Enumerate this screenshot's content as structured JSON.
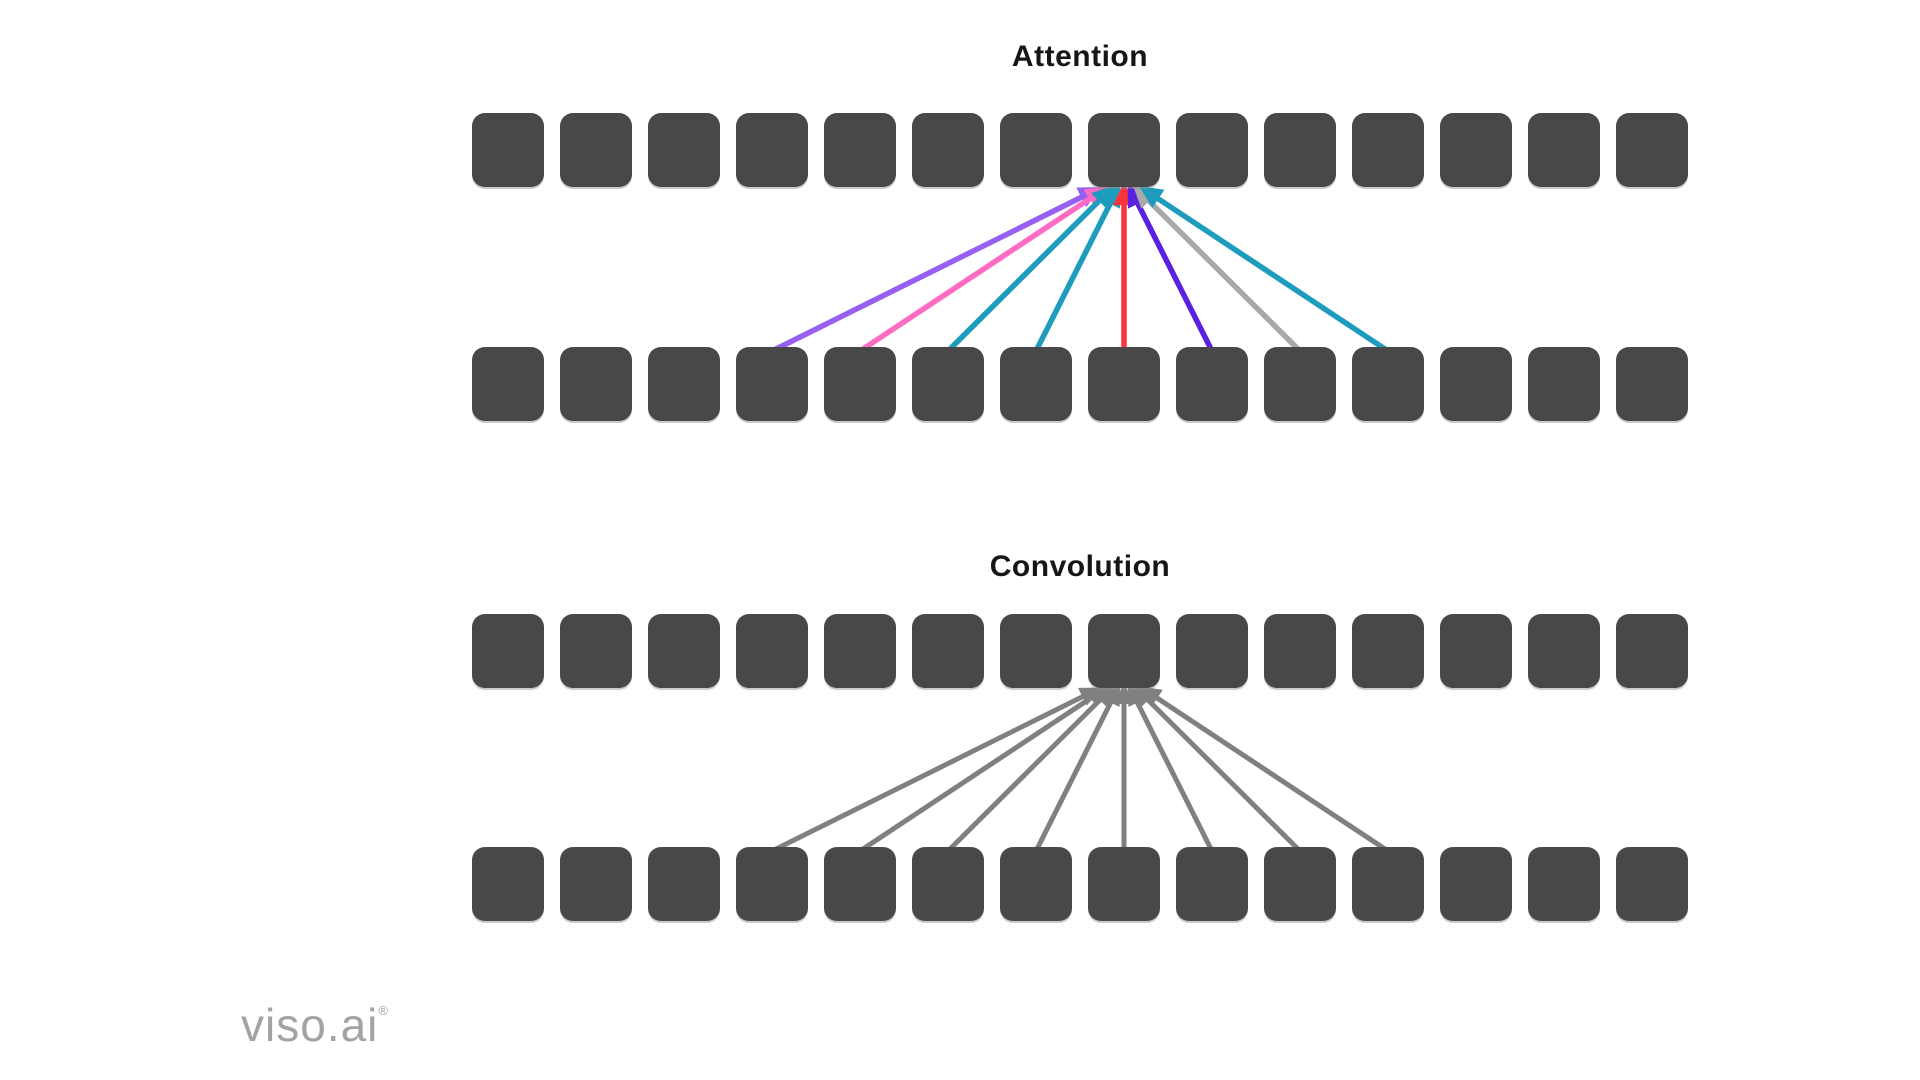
{
  "page": {
    "background": "#ffffff"
  },
  "square_color": "#484848",
  "squares_per_row": 14,
  "sections": [
    {
      "id": "attention",
      "title": "Attention",
      "rows": [
        {
          "name": "attention-output-row",
          "squares": 14
        },
        {
          "name": "attention-input-row",
          "squares": 14
        }
      ],
      "target_square": 8,
      "arrows": [
        {
          "source_square": 4,
          "color": "#9760f2"
        },
        {
          "source_square": 5,
          "color": "#ff6cc3"
        },
        {
          "source_square": 6,
          "color": "#1e9cbd"
        },
        {
          "source_square": 7,
          "color": "#1e9cbd"
        },
        {
          "source_square": 8,
          "color": "#f8343c"
        },
        {
          "source_square": 9,
          "color": "#5c20e3"
        },
        {
          "source_square": 10,
          "color": "#a8a8a8"
        },
        {
          "source_square": 11,
          "color": "#1e9cbd"
        }
      ]
    },
    {
      "id": "convolution",
      "title": "Convolution",
      "rows": [
        {
          "name": "convolution-output-row",
          "squares": 14
        },
        {
          "name": "convolution-input-row",
          "squares": 14
        }
      ],
      "target_square": 8,
      "arrows": [
        {
          "source_square": 4,
          "color": "#808080"
        },
        {
          "source_square": 5,
          "color": "#808080"
        },
        {
          "source_square": 6,
          "color": "#808080"
        },
        {
          "source_square": 7,
          "color": "#808080"
        },
        {
          "source_square": 8,
          "color": "#808080"
        },
        {
          "source_square": 9,
          "color": "#808080"
        },
        {
          "source_square": 10,
          "color": "#808080"
        },
        {
          "source_square": 11,
          "color": "#808080"
        }
      ]
    }
  ],
  "logo": {
    "text": "viso.ai",
    "registered_mark": "®",
    "color": "#a2a2a7"
  }
}
